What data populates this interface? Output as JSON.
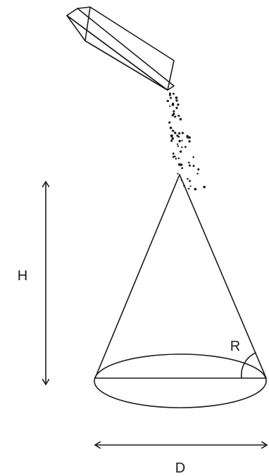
{
  "labels": {
    "height": "H",
    "diameter": "D",
    "angle": "R"
  },
  "colors": {
    "ink": "#1a1a1a",
    "background": "#ffffff"
  }
}
